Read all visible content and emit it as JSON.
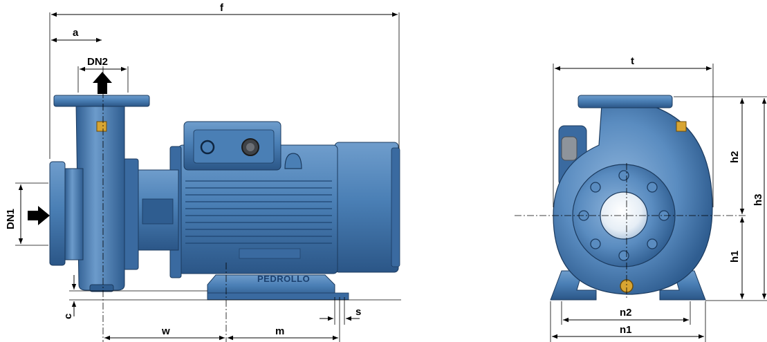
{
  "labels": {
    "f": "f",
    "a": "a",
    "dn2": "DN2",
    "dn1": "DN1",
    "c": "c",
    "w": "w",
    "m": "m",
    "s": "s",
    "t": "t",
    "h2": "h2",
    "h3": "h3",
    "h1": "h1",
    "n2": "n2",
    "n1": "n1"
  },
  "brand": "PEDROLLO",
  "colors": {
    "body_dark": "#2e5f93",
    "body_mid": "#4a7fb5",
    "body_light": "#7fa9d4",
    "highlight": "#a8c6e4",
    "outline": "#1b3a5e",
    "brass": "#d8a532"
  }
}
